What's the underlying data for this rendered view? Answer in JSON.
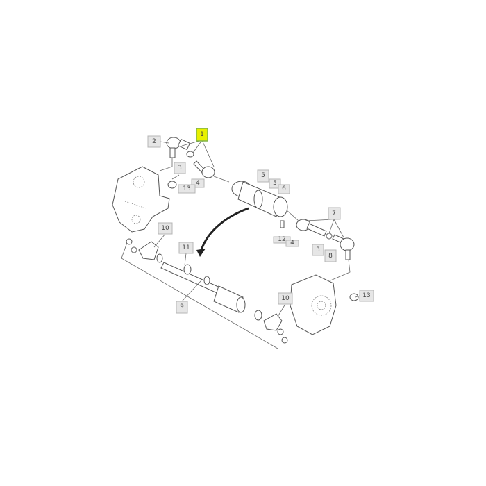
{
  "diagram": {
    "highlight_color": "#e8f000",
    "callouts": [
      {
        "id": "c1",
        "label": "1",
        "highlighted": true
      },
      {
        "id": "c2",
        "label": "2"
      },
      {
        "id": "c3a",
        "label": "3"
      },
      {
        "id": "c4a",
        "label": "4"
      },
      {
        "id": "c13a",
        "label": "13"
      },
      {
        "id": "c5a",
        "label": "5"
      },
      {
        "id": "c5b",
        "label": "5"
      },
      {
        "id": "c6",
        "label": "6"
      },
      {
        "id": "c7",
        "label": "7"
      },
      {
        "id": "c12",
        "label": "12"
      },
      {
        "id": "c4b",
        "label": "4"
      },
      {
        "id": "c3b",
        "label": "3"
      },
      {
        "id": "c8",
        "label": "8"
      },
      {
        "id": "c10a",
        "label": "10"
      },
      {
        "id": "c11",
        "label": "11"
      },
      {
        "id": "c9",
        "label": "9"
      },
      {
        "id": "c10b",
        "label": "10"
      },
      {
        "id": "c13b",
        "label": "13"
      }
    ]
  }
}
